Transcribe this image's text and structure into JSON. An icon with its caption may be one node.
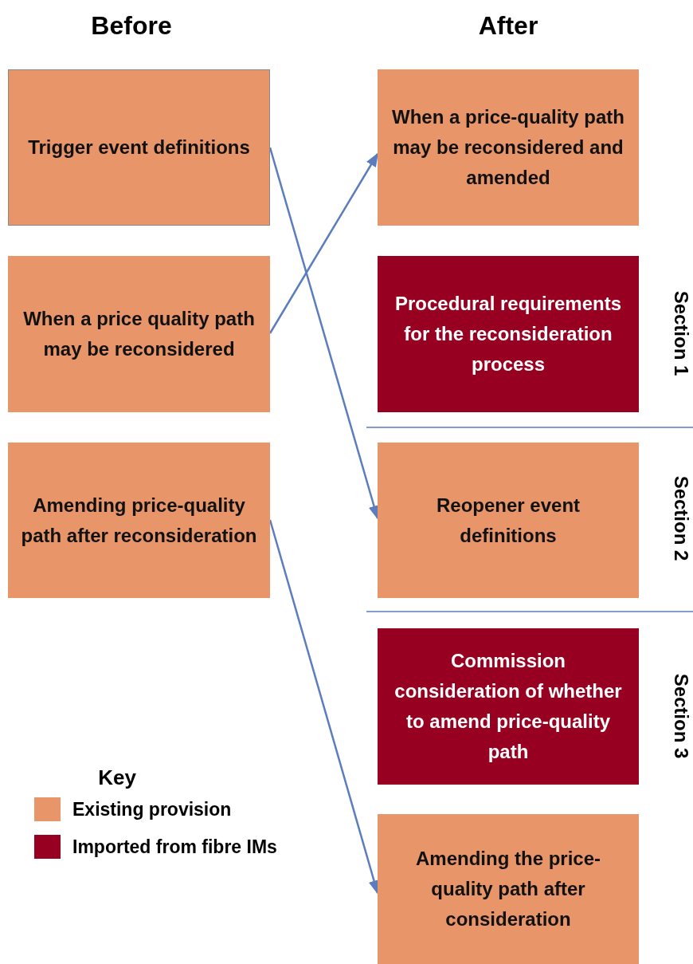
{
  "diagram": {
    "nodes": [
      {
        "text": [
          "Trigger event definitions"
        ]
      },
      {
        "text": [
          "When a price quality path may be reconsidered"
        ]
      },
      {
        "text": [
          "Amending price-quality path after reconsideration"
        ]
      },
      {
        "text": [
          "When a price-quality path may be reconsidered and amended"
        ]
      },
      {
        "text": [
          "Procedural requirements for the reconsideration process"
        ]
      },
      {
        "text": [
          "Reopener event definitions"
        ]
      },
      {
        "text": [
          "Commission consideration of whether to amend price-quality path"
        ]
      },
      {
        "text": [
          "Amending the price-quality path after consideration"
        ]
      }
    ],
    "edges": [
      {
        "from": 0,
        "to": 5,
        "arrow": "to"
      },
      {
        "from": 1,
        "to": 3,
        "arrow": "to"
      },
      {
        "from": 2,
        "to": 7,
        "arrow": "to"
      }
    ],
    "labels": [
      "Before",
      "After",
      "Section 1",
      "Section 2",
      "Section 3",
      "Key"
    ],
    "legend": [
      {
        "text": "Existing provision",
        "color": "#e8956a"
      },
      {
        "text": "Imported from fibre IMs",
        "color": "#970020"
      }
    ]
  }
}
